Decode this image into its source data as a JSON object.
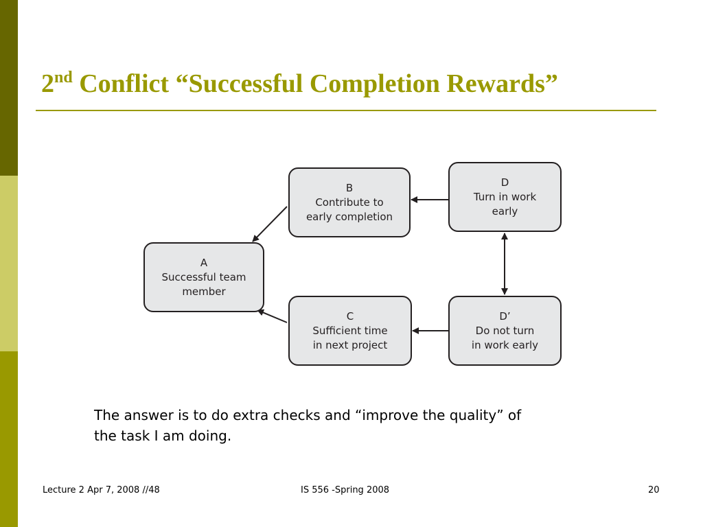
{
  "colors": {
    "accent": "#999900",
    "sidebar_dark": "#666600",
    "sidebar_light": "#cccc66",
    "sidebar_mid": "#999900",
    "node_fill": "#e6e7e8",
    "node_stroke": "#231f20"
  },
  "slide": {
    "title_prefix": "2",
    "title_sup": "nd",
    "title_rest": " Conflict “Successful Completion Rewards”"
  },
  "diagram": {
    "nodes": {
      "a": {
        "id": "A",
        "line1": "Successful team",
        "line2": "member"
      },
      "b": {
        "id": "B",
        "line1": "Contribute to",
        "line2": "early completion"
      },
      "c": {
        "id": "C",
        "line1": "Sufficient time",
        "line2": "in next project"
      },
      "d": {
        "id": "D",
        "line1": "Turn in work",
        "line2": "early"
      },
      "dprime": {
        "id": "D’",
        "line1": "Do not turn",
        "line2": "in work early"
      }
    },
    "edges": [
      {
        "from": "B",
        "to": "A"
      },
      {
        "from": "C",
        "to": "A"
      },
      {
        "from": "D",
        "to": "B"
      },
      {
        "from": "D’",
        "to": "C"
      },
      {
        "from": "D",
        "to": "D’",
        "bidirectional": true
      }
    ]
  },
  "body": {
    "line1": "The answer is to do extra checks and “improve the quality” of",
    "line2": "the task I am doing."
  },
  "footer": {
    "left": "Lecture 2 Apr 7, 2008 //48",
    "center": "IS 556 -Spring 2008",
    "page": "20"
  }
}
